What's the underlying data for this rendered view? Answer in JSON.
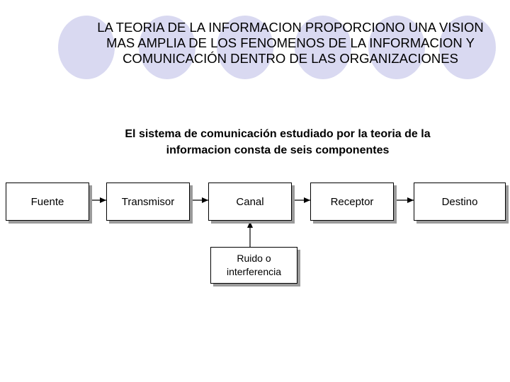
{
  "slide": {
    "title": "LA TEORIA DE LA INFORMACION PROPORCIONO UNA VISION\nMAS AMPLIA DE LOS FENOMENOS DE LA INFORMACION Y\nCOMUNICACIÓN DENTRO DE LAS ORGANIZACIONES",
    "subtitle": "El sistema de comunicación estudiado por la teoria de la\ninformacion consta de seis componentes"
  },
  "diagram": {
    "nodes": {
      "fuente": "Fuente",
      "transmisor": "Transmisor",
      "canal": "Canal",
      "receptor": "Receptor",
      "destino": "Destino",
      "ruido": "Ruido o\ninterferencia"
    }
  },
  "colors": {
    "decor_circle": "#d9d9f1",
    "box_shadow": "#9a9a9a",
    "line": "#000000"
  }
}
